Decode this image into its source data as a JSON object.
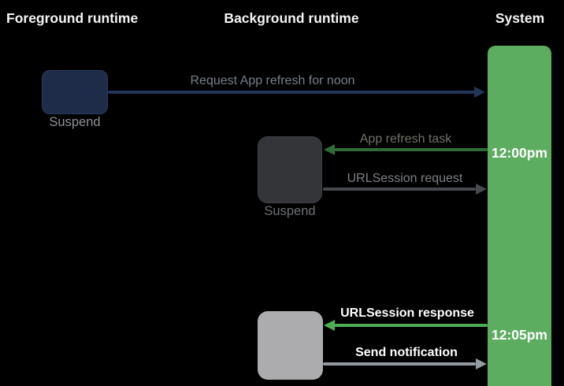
{
  "header": {
    "columns": [
      {
        "label": "Foreground runtime"
      },
      {
        "label": "Background runtime"
      },
      {
        "label": "System"
      }
    ]
  },
  "nodes": {
    "foreground_app": {
      "label": "Suspend"
    },
    "background_app": {
      "label": "Suspend"
    },
    "completed_app": {
      "label": ""
    }
  },
  "arrows": [
    {
      "label": "Request App refresh for noon",
      "from": "foreground-app",
      "to": "system",
      "direction": "right"
    },
    {
      "label": "App refresh task",
      "from": "system",
      "to": "background-app",
      "direction": "left"
    },
    {
      "label": "URLSession request",
      "from": "background-app",
      "to": "system",
      "direction": "right"
    },
    {
      "label": "URLSession response",
      "from": "system",
      "to": "completed-app",
      "direction": "left"
    },
    {
      "label": "Send notification",
      "from": "completed-app",
      "to": "system",
      "direction": "right"
    }
  ],
  "timeline": {
    "events": [
      {
        "time": "12:00pm"
      },
      {
        "time": "12:05pm"
      }
    ]
  },
  "colors": {
    "background": "#000000",
    "header_text": "#f5f5f5",
    "system_bar_green": "#5dad60",
    "foreground_app_navy": "#1e2c49",
    "request_arrow_navy": "#223558",
    "background_app_gray": "#343539",
    "completed_app_gray": "#acacae",
    "muted_green_arrow": "#2f6b39",
    "bright_green_arrow": "#4fae55",
    "muted_gray_arrow": "#46494e",
    "light_gray_arrow": "#939aa2",
    "dim_label_text": "#7d8186",
    "suspend_label_text": "#8e9196",
    "white_label_text": "#ffffff"
  }
}
